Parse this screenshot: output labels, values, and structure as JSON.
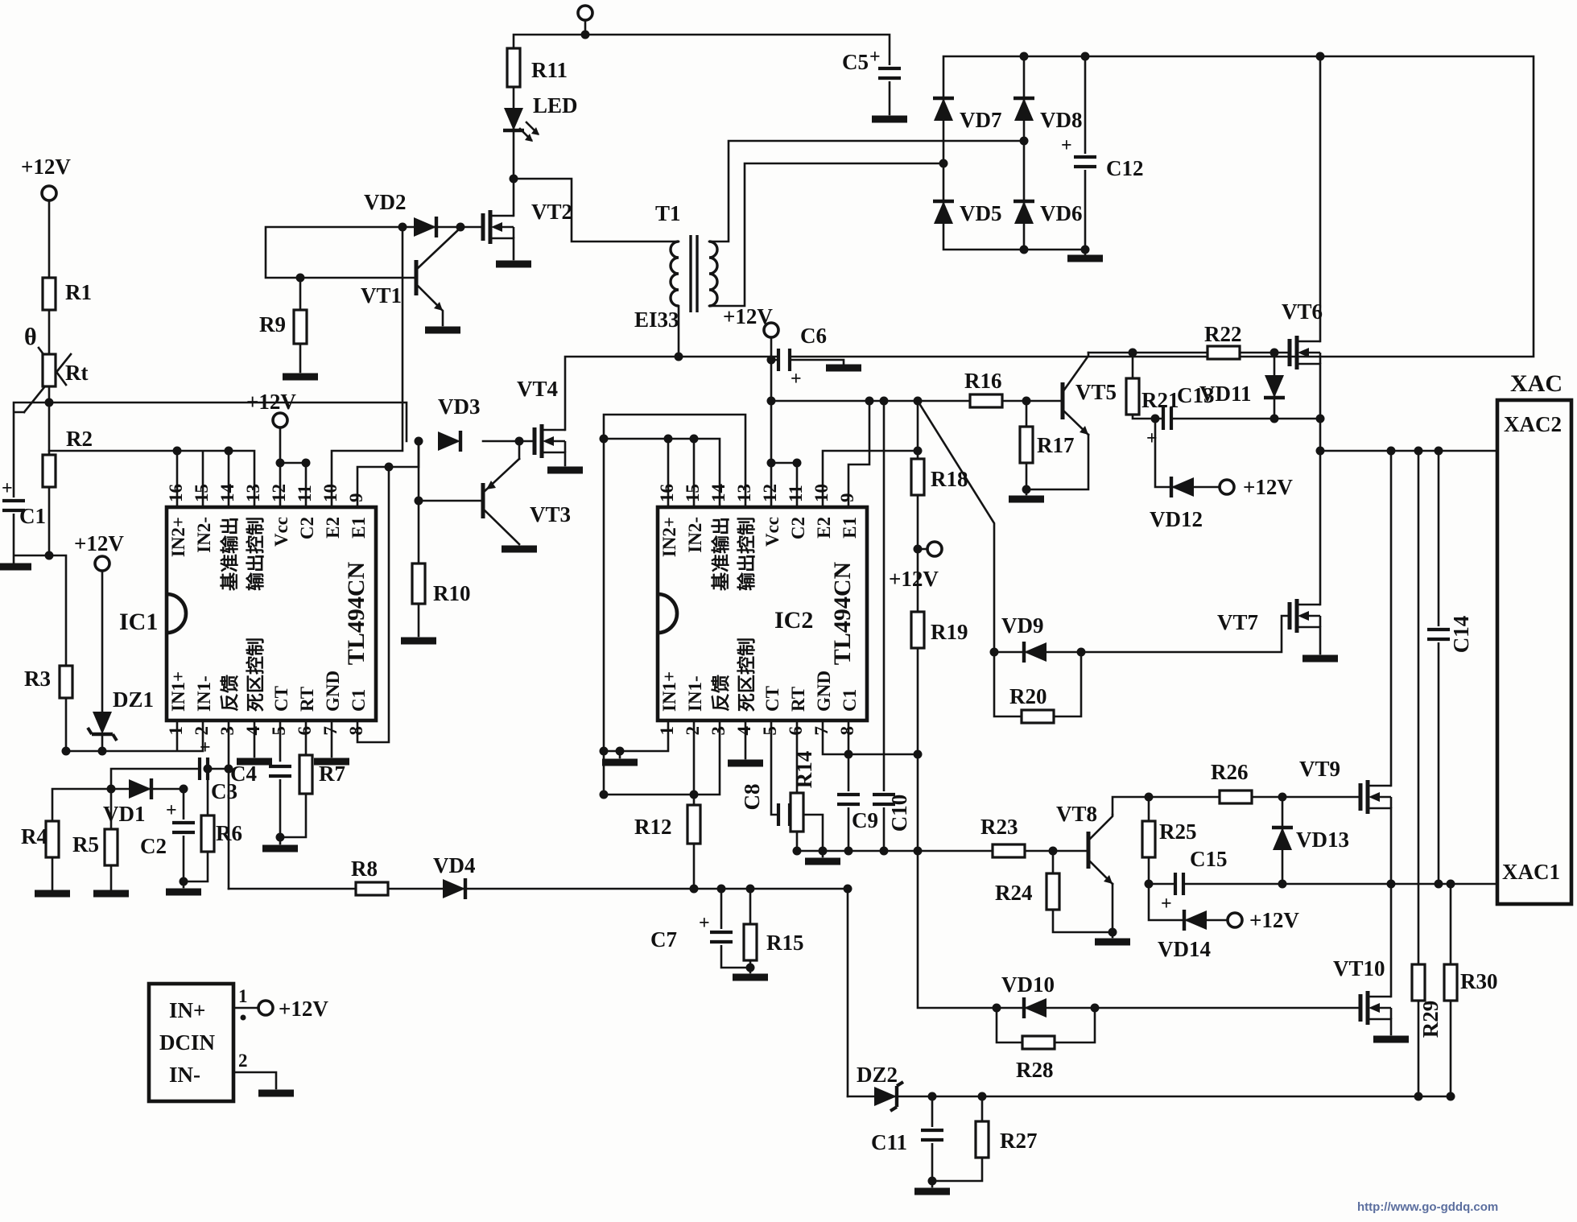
{
  "watermark": "http://www.go-gddq.com",
  "net": {
    "v12": "+12V",
    "theta": "θ"
  },
  "ic": {
    "part": "TL494CN",
    "ic1": "IC1",
    "ic2": "IC2",
    "top_pins": [
      {
        "num": "16",
        "name": "IN2+"
      },
      {
        "num": "15",
        "name": "IN2-"
      },
      {
        "num": "14",
        "name": "基准输出"
      },
      {
        "num": "13",
        "name": "输出控制"
      },
      {
        "num": "12",
        "name": "Vcc"
      },
      {
        "num": "11",
        "name": "C2"
      },
      {
        "num": "10",
        "name": "E2"
      },
      {
        "num": "9",
        "name": "E1"
      }
    ],
    "bottom_pins": [
      {
        "num": "1",
        "name": "IN1+"
      },
      {
        "num": "2",
        "name": "IN1-"
      },
      {
        "num": "3",
        "name": "反馈"
      },
      {
        "num": "4",
        "name": "死区控制"
      },
      {
        "num": "5",
        "name": "CT"
      },
      {
        "num": "6",
        "name": "RT"
      },
      {
        "num": "7",
        "name": "GND"
      },
      {
        "num": "8",
        "name": "C1"
      }
    ]
  },
  "resistors": {
    "r1": "R1",
    "r2": "R2",
    "rt": "Rt",
    "r3": "R3",
    "r4": "R4",
    "r5": "R5",
    "r6": "R6",
    "r7": "R7",
    "r8": "R8",
    "r9": "R9",
    "r10": "R10",
    "r11": "R11",
    "r12": "R12",
    "r14": "R14",
    "r15": "R15",
    "r16": "R16",
    "r17": "R17",
    "r18": "R18",
    "r19": "R19",
    "r20": "R20",
    "r21": "R21",
    "r22": "R22",
    "r23": "R23",
    "r24": "R24",
    "r25": "R25",
    "r26": "R26",
    "r27": "R27",
    "r28": "R28",
    "r29": "R29",
    "r30": "R30"
  },
  "capacitors": {
    "c1": "C1",
    "c2": "C2",
    "c3": "C3",
    "c4": "C4",
    "c5": "C5",
    "c6": "C6",
    "c7": "C7",
    "c8": "C8",
    "c9": "C9",
    "c10": "C10",
    "c11": "C11",
    "c12": "C12",
    "c13": "C13",
    "c14": "C14",
    "c15": "C15"
  },
  "diodes": {
    "vd1": "VD1",
    "vd2": "VD2",
    "vd3": "VD3",
    "vd4": "VD4",
    "vd5": "VD5",
    "vd6": "VD6",
    "vd7": "VD7",
    "vd8": "VD8",
    "vd9": "VD9",
    "vd10": "VD10",
    "vd11": "VD11",
    "vd12": "VD12",
    "vd13": "VD13",
    "vd14": "VD14",
    "dz1": "DZ1",
    "dz2": "DZ2",
    "led": "LED"
  },
  "transistors": {
    "vt1": "VT1",
    "vt2": "VT2",
    "vt3": "VT3",
    "vt4": "VT4",
    "vt5": "VT5",
    "vt6": "VT6",
    "vt7": "VT7",
    "vt8": "VT8",
    "vt9": "VT9",
    "vt10": "VT10"
  },
  "transformer": {
    "t1": "T1",
    "core": "EI33"
  },
  "connectors": {
    "xac": {
      "title": "XAC",
      "pin2": "XAC2",
      "pin1": "XAC1"
    },
    "dcin": {
      "title": "DCIN",
      "pos": "IN+",
      "neg": "IN-",
      "pin1": "1",
      "pin2": "2"
    }
  }
}
